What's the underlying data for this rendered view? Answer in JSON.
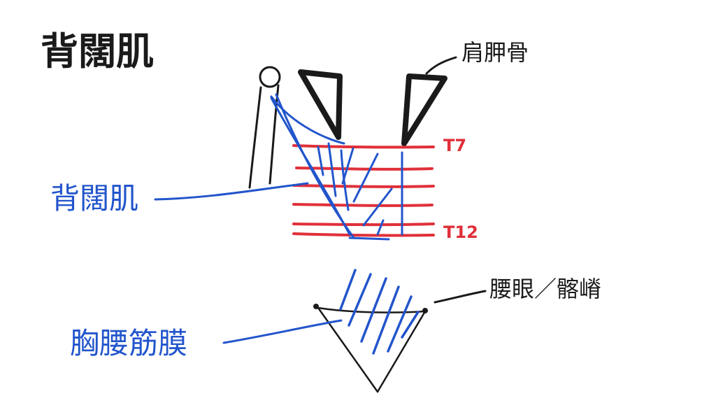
{
  "title": "背闊肌",
  "labels": {
    "scapula": "肩胛骨",
    "latissimus": "背闊肌",
    "thoracolumbar_fascia": "胸腰筋膜",
    "lumbar_iliac": "腰眼／髂嵴",
    "t7": "T7",
    "t12": "T12"
  },
  "colors": {
    "ink": "#1a1a1a",
    "blue": "#2255cc",
    "red": "#e0303a",
    "background": "#ffffff"
  }
}
